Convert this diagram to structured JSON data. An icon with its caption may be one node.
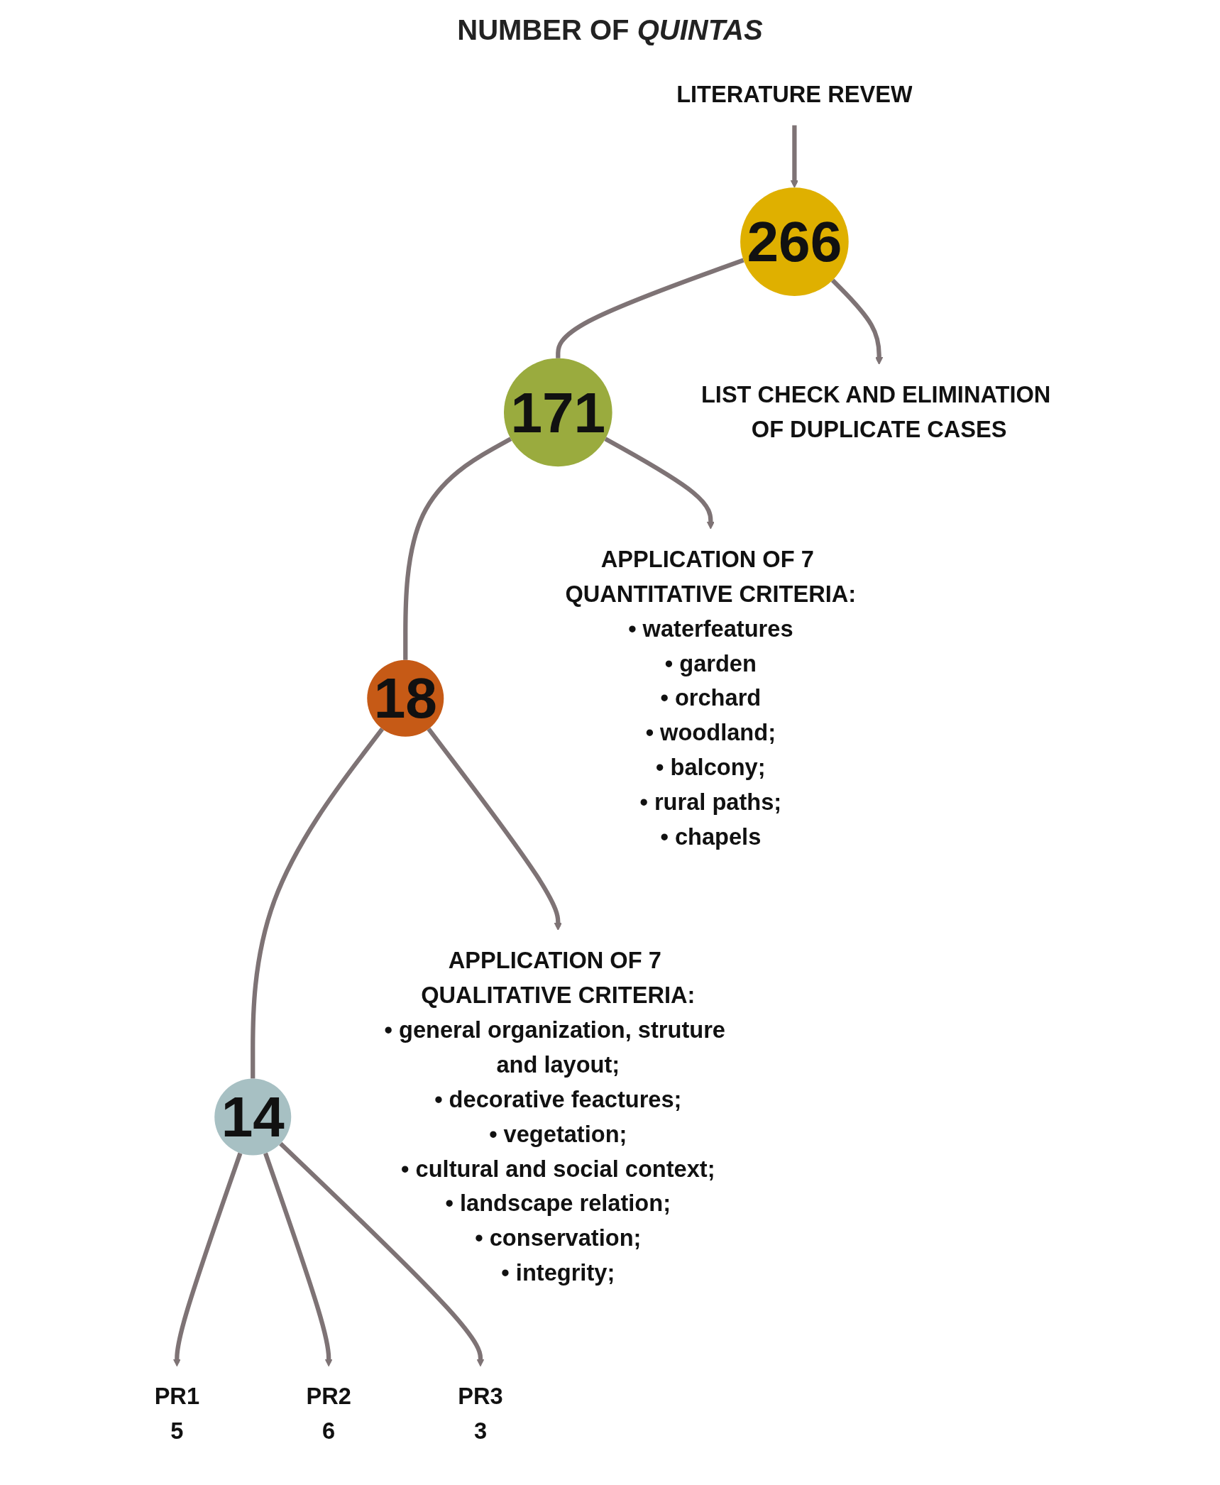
{
  "diagram": {
    "title": "NUMBER OF *QUINTAS*",
    "nodes": [
      {
        "text": [
          "266"
        ]
      },
      {
        "text": [
          "LITERATURE REVEW"
        ]
      },
      {
        "text": [
          "171"
        ]
      },
      {
        "text": [
          "LIST CHECK AND ELIMINATION OF DUPLICATE CASES"
        ]
      },
      {
        "text": [
          "18"
        ]
      },
      {
        "text": [
          "APPLICATION OF 7 QUANTITATIVE CRITERIA:",
          "• waterfeatures",
          "• garden",
          "• orchard",
          "• woodland;",
          "• balcony;",
          "• rural paths;",
          "• chapels"
        ]
      },
      {
        "text": [
          "14"
        ]
      },
      {
        "text": [
          "APPLICATION OF 7 QUALITATIVE CRITERIA:",
          "• general organization, struture and layout;",
          "• decorative feactures;",
          "• vegetation;",
          "• cultural and social context;",
          "• landscape relation;",
          "• conservation;",
          "• integrity;"
        ]
      },
      {
        "text": [
          "PR1",
          "5"
        ]
      },
      {
        "text": [
          "PR2",
          "6"
        ]
      },
      {
        "text": [
          "PR3",
          "3"
        ]
      }
    ],
    "edges": [
      {
        "from": 1,
        "to": 0,
        "arrow": "to"
      },
      {
        "from": 0,
        "to": 2,
        "arrow": "none"
      },
      {
        "from": 0,
        "to": 3,
        "arrow": "to"
      },
      {
        "from": 2,
        "to": 4,
        "arrow": "none"
      },
      {
        "from": 2,
        "to": 5,
        "arrow": "to"
      },
      {
        "from": 4,
        "to": 6,
        "arrow": "none"
      },
      {
        "from": 4,
        "to": 7,
        "arrow": "to"
      },
      {
        "from": 6,
        "to": 8,
        "arrow": "to"
      },
      {
        "from": 6,
        "to": 9,
        "arrow": "to"
      },
      {
        "from": 6,
        "to": 10,
        "arrow": "to"
      }
    ]
  }
}
